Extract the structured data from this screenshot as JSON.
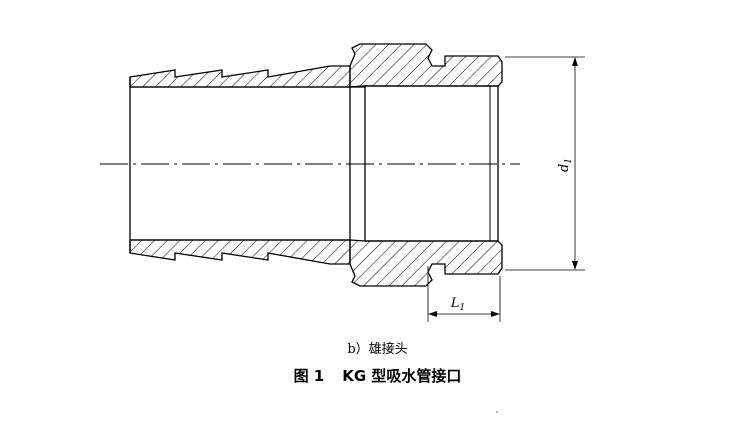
{
  "figure": {
    "dimension_d": "d",
    "dimension_d_sub": "1",
    "dimension_l": "L",
    "dimension_l_sub": "1",
    "subcaption": "b）雄接头",
    "title_prefix": "图 1",
    "title_text": "KG 型吸水管接口"
  }
}
